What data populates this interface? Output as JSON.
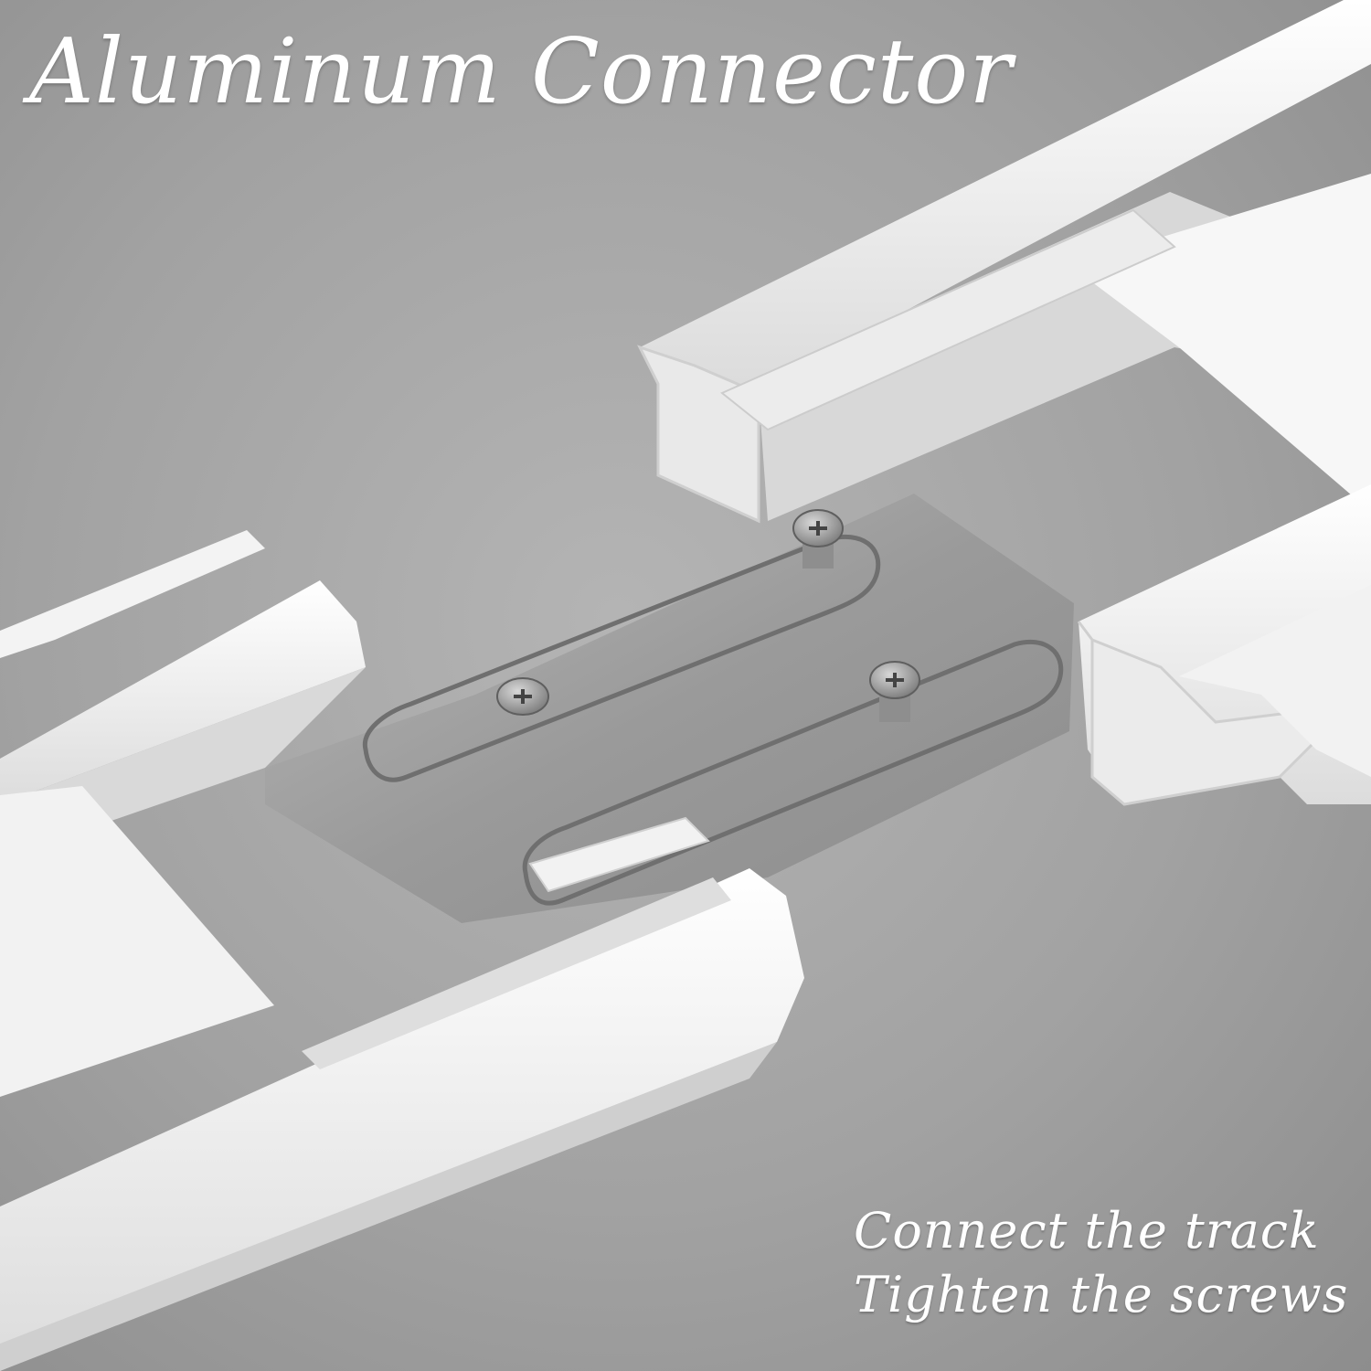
{
  "title": "Aluminum Connector",
  "caption": {
    "line1": "Connect the track",
    "line2": "Tighten the screws"
  },
  "colors": {
    "background": "#a6a6a6",
    "track": "#f4f4f4",
    "plate": "#9e9e9e",
    "text": "#ffffff"
  }
}
